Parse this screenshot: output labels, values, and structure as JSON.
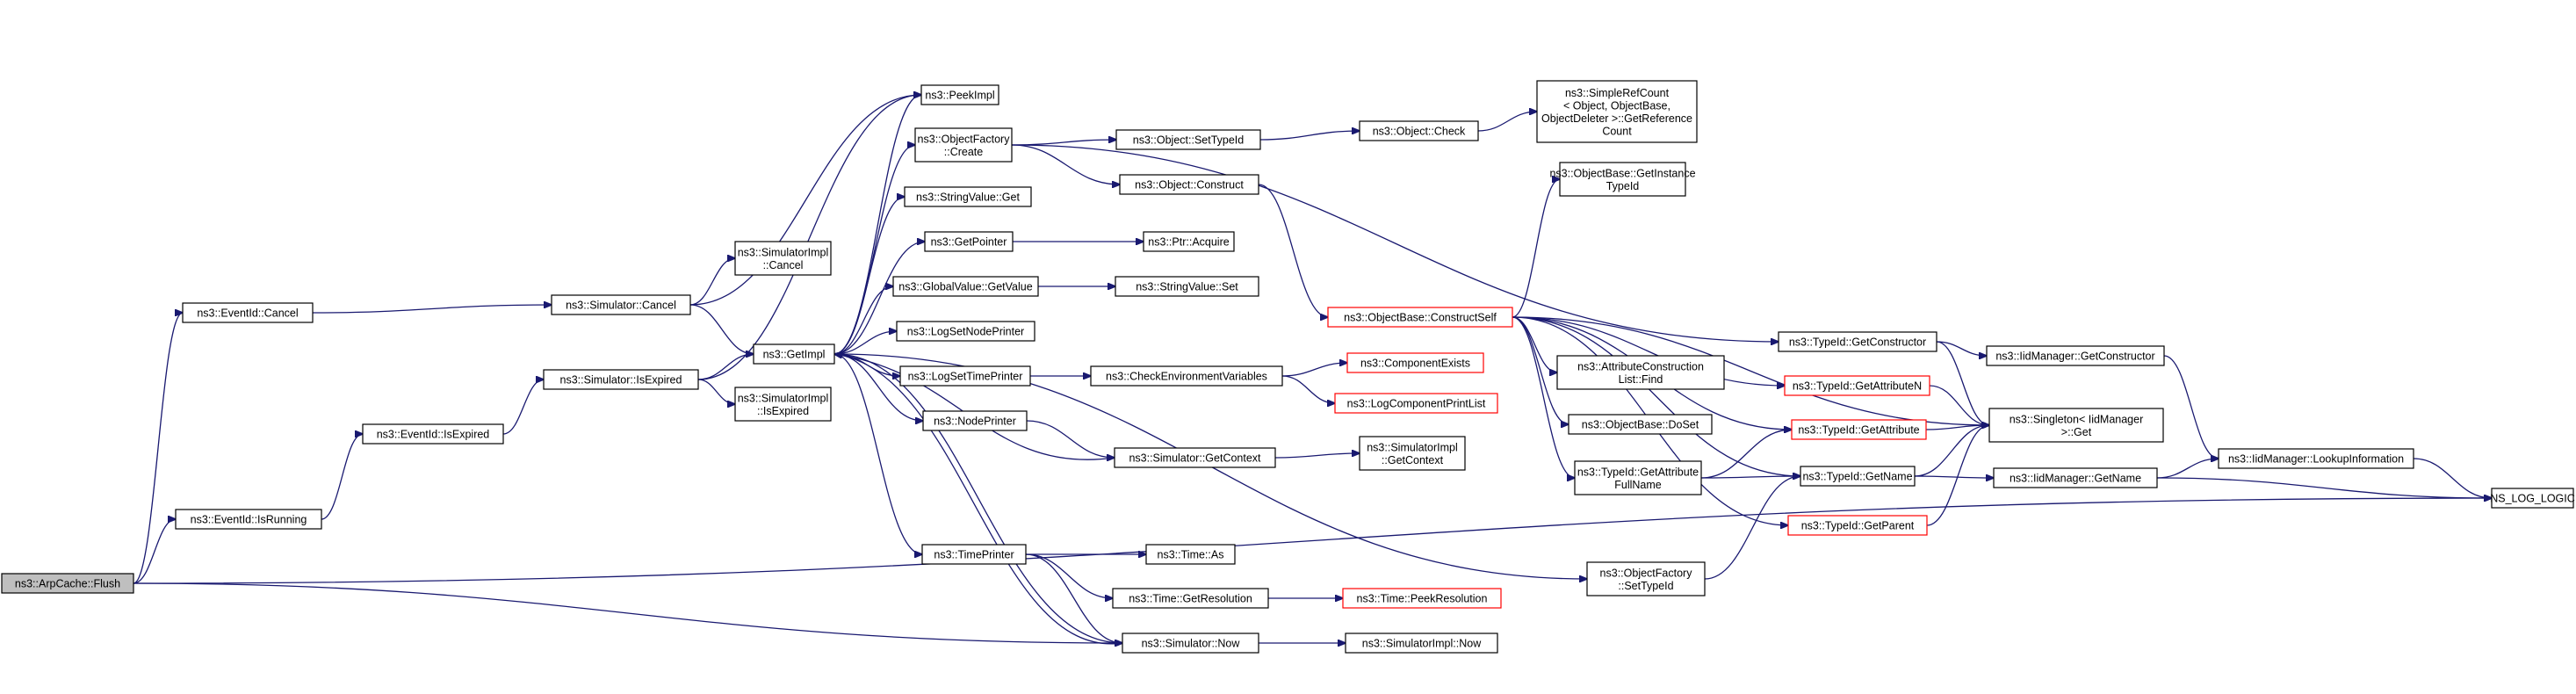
{
  "graph": {
    "edge_color": "#191970",
    "highlight_border": "#ff0000",
    "root_fill": "#bfbfbf",
    "nodes": [
      {
        "id": "flush",
        "label": [
          "ns3::ArpCache::Flush"
        ],
        "root": true
      },
      {
        "id": "cancel",
        "label": [
          "ns3::EventId::Cancel"
        ]
      },
      {
        "id": "isrunning",
        "label": [
          "ns3::EventId::IsRunning"
        ]
      },
      {
        "id": "evexpired",
        "label": [
          "ns3::EventId::IsExpired"
        ]
      },
      {
        "id": "simcancel",
        "label": [
          "ns3::Simulator::Cancel"
        ]
      },
      {
        "id": "simisexp",
        "label": [
          "ns3::Simulator::IsExpired"
        ]
      },
      {
        "id": "implcancel",
        "label": [
          "ns3::SimulatorImpl",
          "::Cancel"
        ]
      },
      {
        "id": "implisexp",
        "label": [
          "ns3::SimulatorImpl",
          "::IsExpired"
        ]
      },
      {
        "id": "getimpl",
        "label": [
          "ns3::GetImpl"
        ]
      },
      {
        "id": "peekimpl",
        "label": [
          "ns3::PeekImpl"
        ]
      },
      {
        "id": "ofcreate",
        "label": [
          "ns3::ObjectFactory",
          "::Create"
        ]
      },
      {
        "id": "stringget",
        "label": [
          "ns3::StringValue::Get"
        ]
      },
      {
        "id": "getpointer",
        "label": [
          "ns3::GetPointer"
        ]
      },
      {
        "id": "gvget",
        "label": [
          "ns3::GlobalValue::GetValue"
        ]
      },
      {
        "id": "logsetnode",
        "label": [
          "ns3::LogSetNodePrinter"
        ]
      },
      {
        "id": "logsettime",
        "label": [
          "ns3::LogSetTimePrinter"
        ]
      },
      {
        "id": "nodeprinter",
        "label": [
          "ns3::NodePrinter"
        ]
      },
      {
        "id": "timeprinter",
        "label": [
          "ns3::TimePrinter"
        ]
      },
      {
        "id": "settypeid",
        "label": [
          "ns3::Object::SetTypeId"
        ]
      },
      {
        "id": "construct",
        "label": [
          "ns3::Object::Construct"
        ]
      },
      {
        "id": "ptracq",
        "label": [
          "ns3::Ptr::Acquire"
        ]
      },
      {
        "id": "stringset",
        "label": [
          "ns3::StringValue::Set"
        ]
      },
      {
        "id": "checkenv",
        "label": [
          "ns3::CheckEnvironmentVariables"
        ]
      },
      {
        "id": "simgetctx",
        "label": [
          "ns3::Simulator::GetContext"
        ]
      },
      {
        "id": "timeas",
        "label": [
          "ns3::Time::As"
        ]
      },
      {
        "id": "timegetres",
        "label": [
          "ns3::Time::GetResolution"
        ]
      },
      {
        "id": "simnow",
        "label": [
          "ns3::Simulator::Now"
        ]
      },
      {
        "id": "objcheck",
        "label": [
          "ns3::Object::Check"
        ]
      },
      {
        "id": "simplerefcount",
        "label": [
          "ns3::SimpleRefCount",
          "< Object, ObjectBase,",
          " ObjectDeleter >::GetReference",
          "Count"
        ]
      },
      {
        "id": "getinsttid",
        "label": [
          "ns3::ObjectBase::GetInstance",
          "TypeId"
        ]
      },
      {
        "id": "constructself",
        "label": [
          "ns3::ObjectBase::ConstructSelf"
        ],
        "red": true
      },
      {
        "id": "compexists",
        "label": [
          "ns3::ComponentExists"
        ],
        "red": true
      },
      {
        "id": "logcomplist",
        "label": [
          "ns3::LogComponentPrintList"
        ],
        "red": true
      },
      {
        "id": "implgetctx",
        "label": [
          "ns3::SimulatorImpl",
          "::GetContext"
        ]
      },
      {
        "id": "timepeekres",
        "label": [
          "ns3::Time::PeekResolution"
        ],
        "red": true
      },
      {
        "id": "implnow",
        "label": [
          "ns3::SimulatorImpl::Now"
        ]
      },
      {
        "id": "ofsettid",
        "label": [
          "ns3::ObjectFactory",
          "::SetTypeId"
        ]
      },
      {
        "id": "acfind",
        "label": [
          "ns3::AttributeConstruction",
          "List::Find"
        ]
      },
      {
        "id": "doset",
        "label": [
          "ns3::ObjectBase::DoSet"
        ]
      },
      {
        "id": "tidgetattrfull",
        "label": [
          "ns3::TypeId::GetAttribute",
          "FullName"
        ]
      },
      {
        "id": "tidgetctor",
        "label": [
          "ns3::TypeId::GetConstructor"
        ]
      },
      {
        "id": "tidgetattrn",
        "label": [
          "ns3::TypeId::GetAttributeN"
        ],
        "red": true
      },
      {
        "id": "tidgetattr",
        "label": [
          "ns3::TypeId::GetAttribute"
        ],
        "red": true
      },
      {
        "id": "tidgetname",
        "label": [
          "ns3::TypeId::GetName"
        ]
      },
      {
        "id": "tidgetparent",
        "label": [
          "ns3::TypeId::GetParent"
        ],
        "red": true
      },
      {
        "id": "iidgetctor",
        "label": [
          "ns3::IidManager::GetConstructor"
        ]
      },
      {
        "id": "singleton",
        "label": [
          "ns3::Singleton< IidManager",
          " >::Get"
        ]
      },
      {
        "id": "iidgetname",
        "label": [
          "ns3::IidManager::GetName"
        ]
      },
      {
        "id": "lookup",
        "label": [
          "ns3::IidManager::LookupInformation"
        ]
      },
      {
        "id": "nslog",
        "label": [
          "NS_LOG_LOGIC"
        ]
      }
    ]
  }
}
